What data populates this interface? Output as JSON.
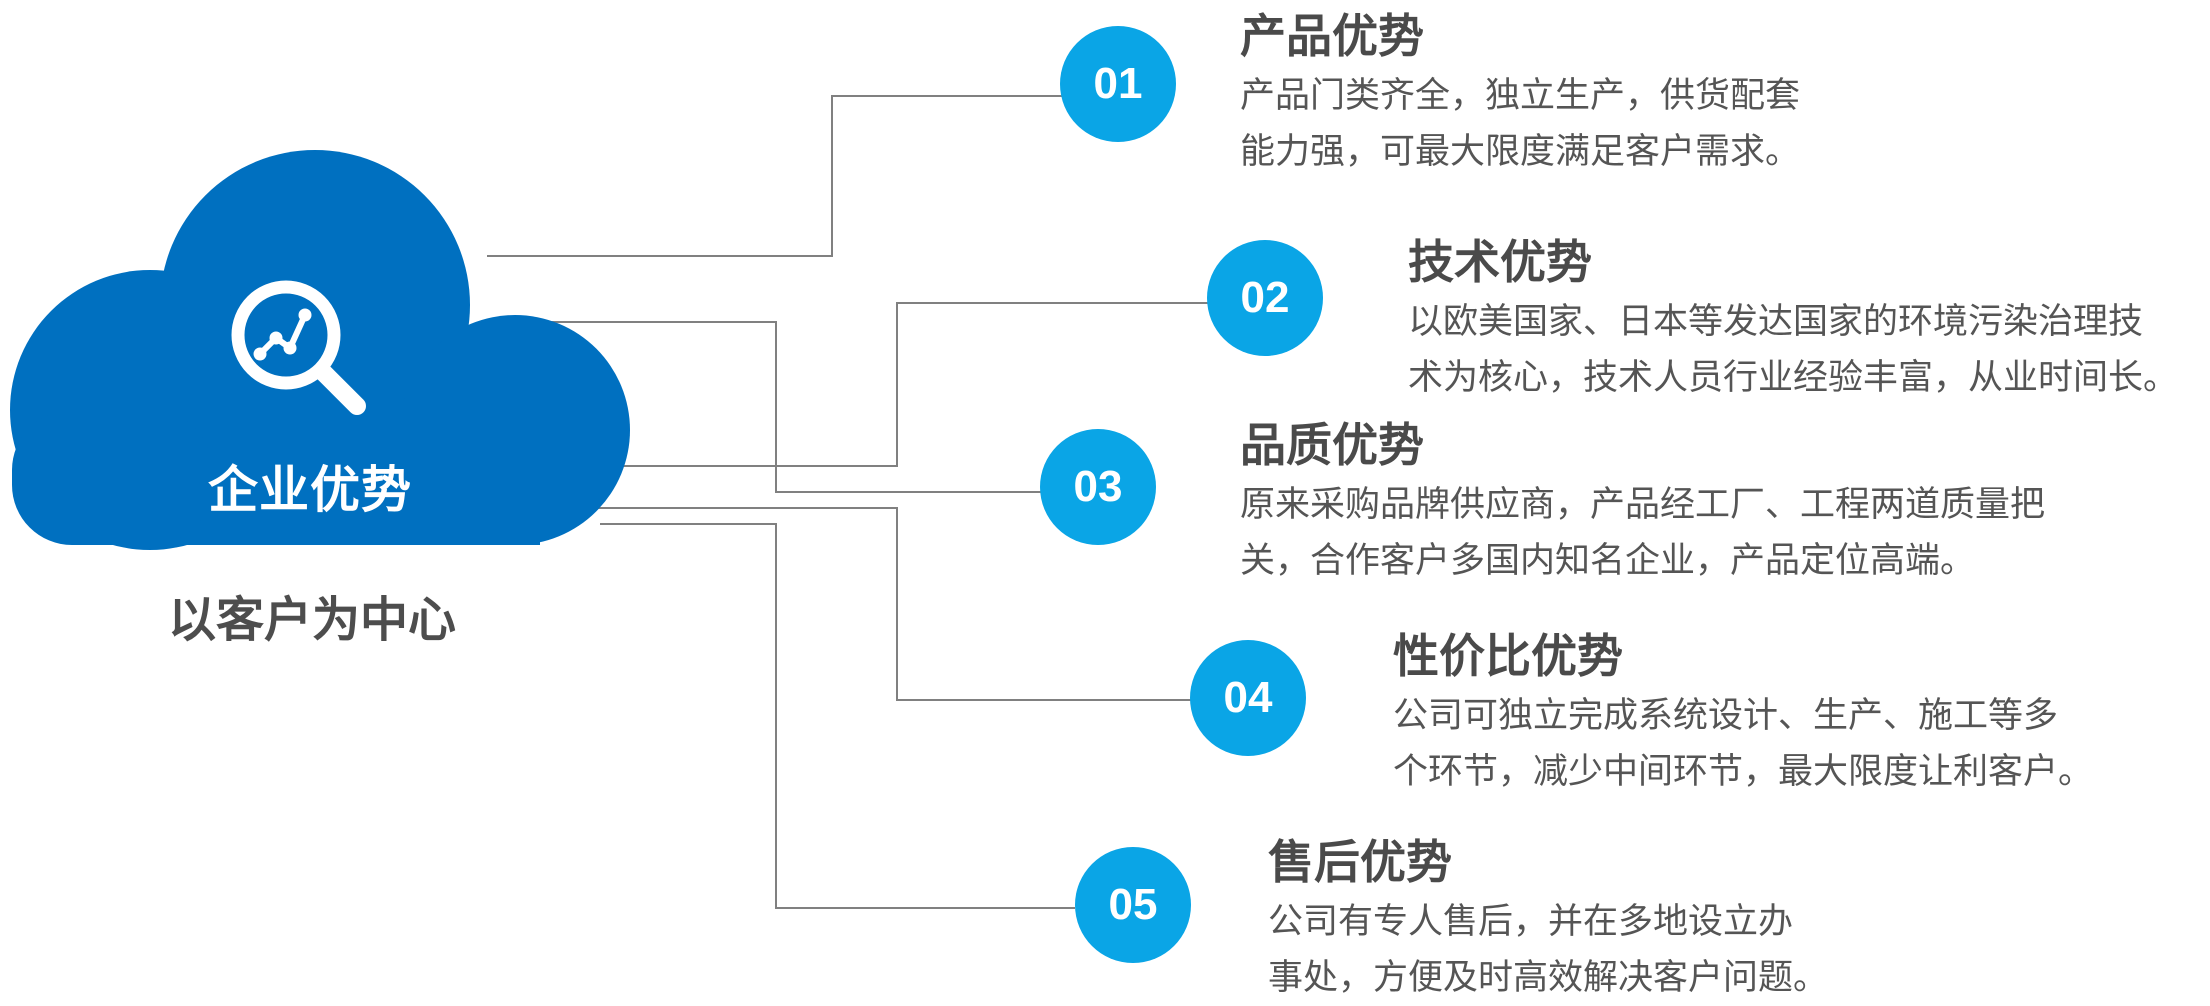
{
  "center": {
    "label": "企业优势",
    "caption": "以客户为中心",
    "icon": "analytics-magnifier-icon",
    "color": "#0070c0"
  },
  "accent_color": "#0aa5e6",
  "line_color": "#808080",
  "items": [
    {
      "number": "01",
      "title": "产品优势",
      "lines": [
        "产品门类齐全，独立生产，供货配套",
        "能力强，可最大限度满足客户需求。"
      ]
    },
    {
      "number": "02",
      "title": "技术优势",
      "lines": [
        "以欧美国家、日本等发达国家的环境污染治理技",
        "术为核心，技术人员行业经验丰富，从业时间长。"
      ]
    },
    {
      "number": "03",
      "title": "品质优势",
      "lines": [
        "原来采购品牌供应商，产品经工厂、工程两道质量把",
        "关，合作客户多国内知名企业，产品定位高端。"
      ]
    },
    {
      "number": "04",
      "title": "性价比优势",
      "lines": [
        "公司可独立完成系统设计、生产、施工等多",
        "个环节，减少中间环节，最大限度让利客户。"
      ]
    },
    {
      "number": "05",
      "title": "售后优势",
      "lines": [
        "公司有专人售后，并在多地设立办",
        "事处，方便及时高效解决客户问题。"
      ]
    }
  ]
}
